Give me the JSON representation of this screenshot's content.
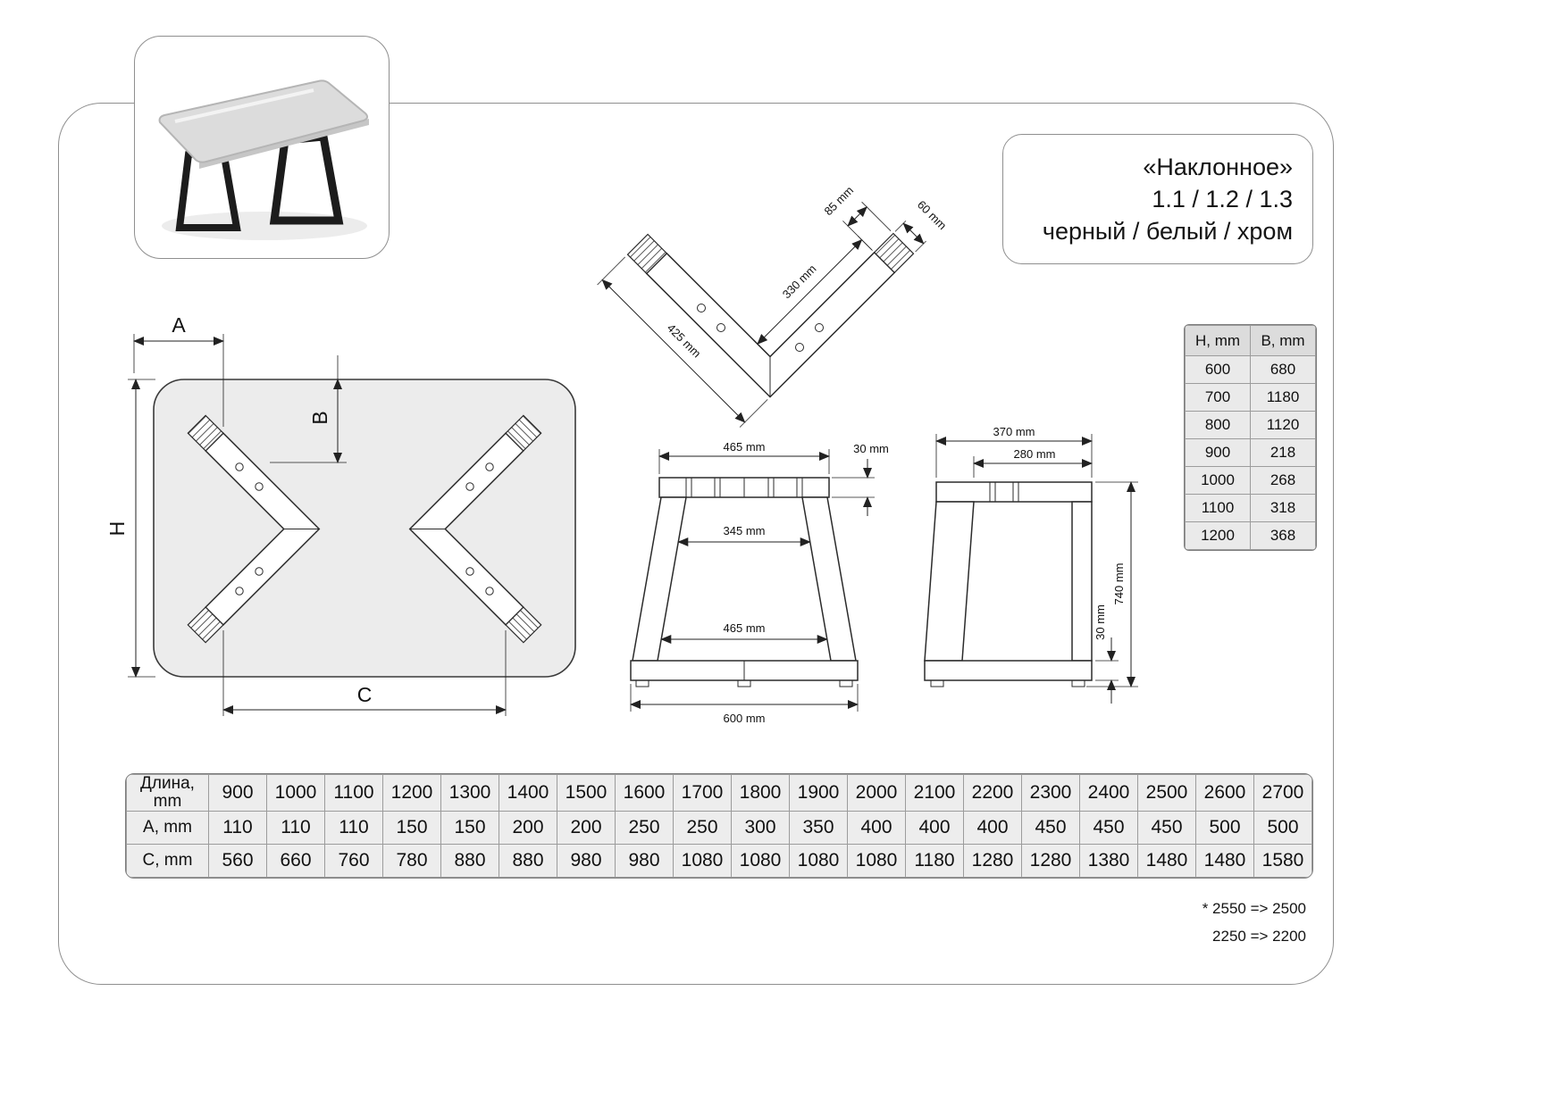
{
  "header": {
    "line1": "«Наклонное»",
    "line2": "1.1 / 1.2 / 1.3",
    "line3": "черный / белый / хром"
  },
  "hb_table": {
    "h_header": "H, mm",
    "b_header": "B, mm",
    "rows": [
      {
        "h": "600",
        "b": "680"
      },
      {
        "h": "700",
        "b": "1180"
      },
      {
        "h": "800",
        "b": "1120"
      },
      {
        "h": "900",
        "b": "218"
      },
      {
        "h": "1000",
        "b": "268"
      },
      {
        "h": "1100",
        "b": "318"
      },
      {
        "h": "1200",
        "b": "368"
      }
    ]
  },
  "size_table": {
    "length_label_line1": "Длина,",
    "length_label_line2": "mm",
    "a_label": "A, mm",
    "c_label": "C, mm",
    "lengths": [
      "900",
      "1000",
      "1100",
      "1200",
      "1300",
      "1400",
      "1500",
      "1600",
      "1700",
      "1800",
      "1900",
      "2000",
      "2100",
      "2200",
      "2300",
      "2400",
      "2500",
      "2600",
      "2700"
    ],
    "a_values": [
      "110",
      "110",
      "110",
      "150",
      "150",
      "200",
      "200",
      "250",
      "250",
      "300",
      "350",
      "400",
      "400",
      "400",
      "450",
      "450",
      "450",
      "500",
      "500"
    ],
    "c_values": [
      "560",
      "660",
      "760",
      "780",
      "880",
      "880",
      "980",
      "980",
      "1080",
      "1080",
      "1080",
      "1080",
      "1180",
      "1280",
      "1280",
      "1380",
      "1480",
      "1480",
      "1580"
    ]
  },
  "notes": {
    "line1": "* 2550 => 2500",
    "line2": "2250 => 2200"
  },
  "dims": {
    "top_view": {
      "a": "A",
      "b": "B",
      "h": "H",
      "c": "C"
    },
    "v_detail": {
      "cap": "85 mm",
      "width": "60 mm",
      "arm_outer": "425 mm",
      "arm_inner": "330 mm"
    },
    "front": {
      "top": "465 mm",
      "thickness": "30 mm",
      "mid": "345 mm",
      "inner": "465 mm",
      "bottom": "600 mm"
    },
    "side": {
      "top": "370 mm",
      "inner": "280 mm",
      "height": "740 mm",
      "thickness": "30 mm"
    }
  }
}
